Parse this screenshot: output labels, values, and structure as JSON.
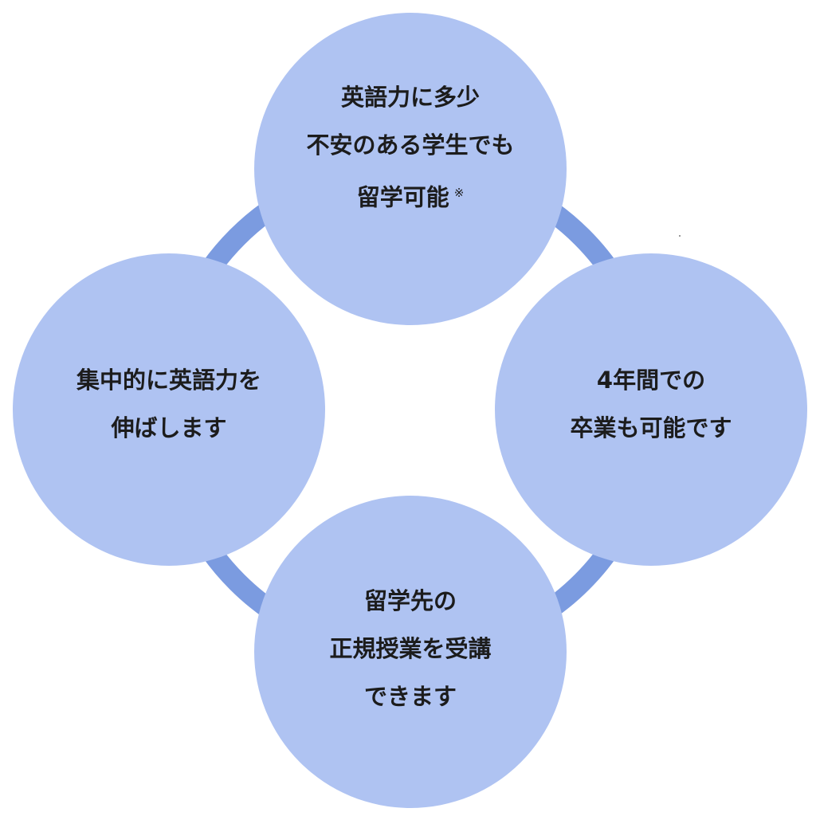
{
  "colors": {
    "circle_fill": "#afc3f2",
    "ring_stroke": "#7b9be0",
    "text": "#1c1c1c",
    "background": "#ffffff"
  },
  "circles": {
    "top": {
      "lines": [
        "英語力に多少",
        "不安のある学生でも",
        "留学可能"
      ],
      "note_mark": "※"
    },
    "left": {
      "lines": [
        "集中的に英語力を",
        "伸ばします"
      ]
    },
    "right": {
      "lines": [
        "4年間での",
        "卒業も可能です"
      ]
    },
    "bottom": {
      "lines": [
        "留学先の",
        "正規授業を受講",
        "できます"
      ]
    }
  }
}
